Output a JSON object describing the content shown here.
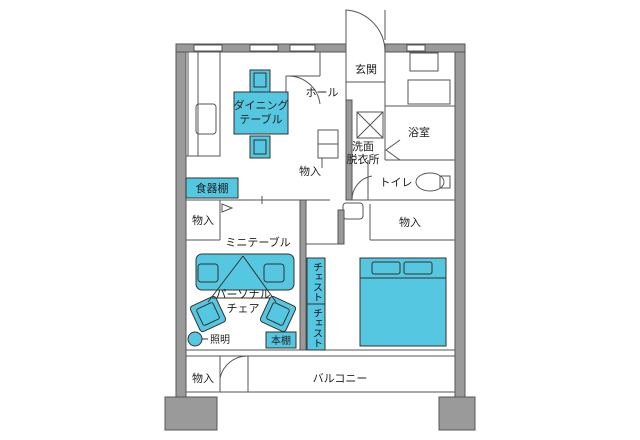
{
  "colors": {
    "wall": "#9a9a9a",
    "line": "#555555",
    "furniture": "#56c7e0",
    "furniture_stroke": "#333333",
    "floor": "#ffffff"
  },
  "rooms": {
    "genkan": "玄関",
    "hall": "ホール",
    "bathroom": "浴室",
    "washroom_line1": "洗面",
    "washroom_line2": "脱衣所",
    "toilet": "トイレ",
    "storage_hall": "物入",
    "storage_bedroom": "物入",
    "storage_left": "物入",
    "storage_balcony": "物入",
    "balcony": "バルコニー"
  },
  "furniture": {
    "dining_table_line1": "ダイニング",
    "dining_table_line2": "テーブル",
    "cupboard": "食器棚",
    "mini_table": "ミニテーブル",
    "personal_chair_line1": "パーソナル",
    "personal_chair_line2": "チェア",
    "lamp": "照明",
    "bookshelf": "本棚",
    "chest_upper": "チェスト",
    "chest_lower": "チェスト"
  }
}
